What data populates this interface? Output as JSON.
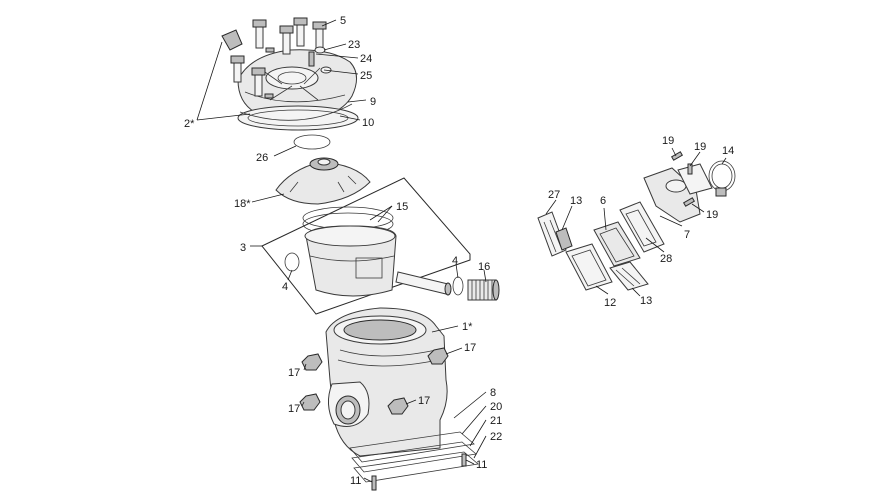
{
  "diagram": {
    "labels": {
      "l5": "5",
      "l23": "23",
      "l24": "24",
      "l25": "25",
      "l9": "9",
      "l10": "10",
      "l2": "2*",
      "l26": "26",
      "l18": "18*",
      "l15": "15",
      "l3": "3",
      "l4a": "4",
      "l4b": "4",
      "l16": "16",
      "l1": "1*",
      "l17a": "17",
      "l17b": "17",
      "l17c": "17",
      "l17d": "17",
      "l8": "8",
      "l20": "20",
      "l21": "21",
      "l22": "22",
      "l11a": "11",
      "l11b": "11",
      "l19a": "19",
      "l19b": "19",
      "l19c": "19",
      "l14": "14",
      "l27": "27",
      "l13a": "13",
      "l6": "6",
      "l7": "7",
      "l28": "28",
      "l12": "12",
      "l13b": "13"
    }
  }
}
